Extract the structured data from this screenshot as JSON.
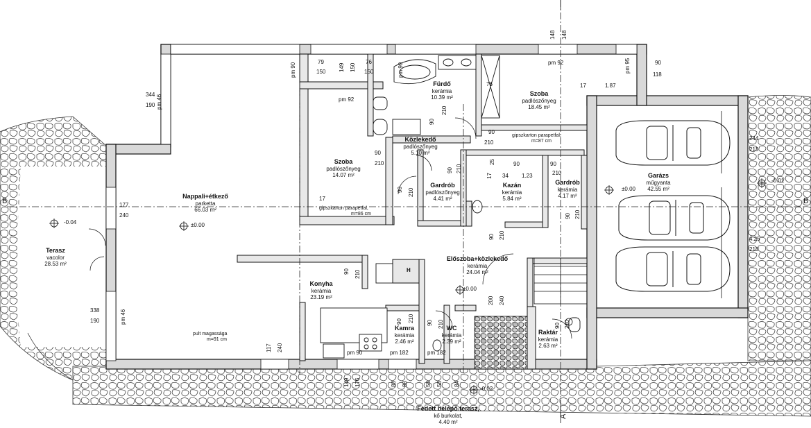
{
  "rooms": {
    "nappali": {
      "name": "Nappali+étkező",
      "floor": "parketta",
      "area": "66.03 m²"
    },
    "szoba1": {
      "name": "Szoba",
      "floor": "padlószőnyeg",
      "area": "14.07 m²"
    },
    "furdo": {
      "name": "Fürdő",
      "floor": "kerámia",
      "area": "10.39 m²"
    },
    "szoba2": {
      "name": "Szoba",
      "floor": "padlószőnyeg",
      "area": "18.45 m²"
    },
    "kozlekedo": {
      "name": "Közlekedő",
      "floor": "padlószőnyeg",
      "area": "5.10 m²"
    },
    "gardrob1": {
      "name": "Gardrób",
      "floor": "padlószőnyeg",
      "area": "4.41 m²"
    },
    "kazan": {
      "name": "Kazán",
      "floor": "kerámia",
      "area": "5.84 m²"
    },
    "gardrob2": {
      "name": "Gardrób",
      "floor": "kerámia",
      "area": "4.17 m²"
    },
    "garazs": {
      "name": "Garázs",
      "floor": "műgyanta",
      "area": "42.55 m²"
    },
    "eloszoba": {
      "name": "Előszoba+közlekedő",
      "floor": "kerámia",
      "area": "24.04 m²"
    },
    "konyha": {
      "name": "Konyha",
      "floor": "kerámia",
      "area": "23.19 m²"
    },
    "kamra": {
      "name": "Kamra",
      "floor": "kerámia",
      "area": "2.46 m²"
    },
    "wc": {
      "name": "WC",
      "floor": "kerámia",
      "area": "2.39 m²"
    },
    "raktar": {
      "name": "Raktár",
      "floor": "kerámia",
      "area": "2.63 m²"
    },
    "terasz": {
      "name": "Terasz",
      "floor": "vacolor",
      "area": "28.53 m²"
    },
    "fedett": {
      "name": "Fedett belépő terasz,",
      "floor": "kő burkolat,",
      "area": "4.40 m²"
    }
  },
  "levels": {
    "main": "±0.00",
    "garage": "±0.00",
    "hall": "±0.00",
    "terrace": "-0.04",
    "entry": "-0.02",
    "right": "-0.01"
  },
  "notes": {
    "gipsz1": "gipszkarton parapetfal,",
    "gipsz1b": "m=87 cm",
    "gipsz2": "gipszkarton parapetfal,",
    "gipsz2b": "m=86 cm",
    "pult": "pult magassága",
    "pultb": "m=91 cm",
    "h": "H"
  },
  "section_marks": {
    "b_left": "B",
    "b_right": "B",
    "a_bottom": "A"
  },
  "dims": {
    "d344": "344",
    "d190a": "190",
    "pm46a": "pm 46",
    "d79": "79",
    "d150a": "150",
    "d149": "149",
    "d150b": "150",
    "d76": "76",
    "d150c": "150",
    "pm90a": "pm 90",
    "pm90b": "pm 90",
    "d148a": "148",
    "d148b": "148",
    "pm92a": "pm 92",
    "pm92b": "pm 92",
    "pm95": "pm 95",
    "d90a": "90",
    "d118": "118",
    "d17a": "17",
    "d187": "1.87",
    "d76b": "76",
    "d210a": "210",
    "d90b": "90",
    "d210b": "210",
    "d90c": "90",
    "d90d": "90",
    "d210c": "210",
    "d90e": "90",
    "d210d": "210",
    "d90f": "90",
    "d25": "25",
    "d17b": "17",
    "d34": "34",
    "d123": "1.23",
    "d90g": "90",
    "d210e": "210",
    "d90h": "90",
    "d210f": "210",
    "d90i": "90",
    "d210g": "210",
    "d244": "244",
    "d213a": "213",
    "d425": "4.25",
    "d213b": "213",
    "d17c": "17",
    "d177": "177",
    "d240a": "240",
    "d90j": "90",
    "d210h": "210",
    "d90k": "90",
    "d210i": "210",
    "d200": "200",
    "d240b": "240",
    "d90l": "90",
    "d210j": "210",
    "d90m": "90",
    "d210k": "210",
    "d90n": "90",
    "d210l": "210",
    "d338": "338",
    "d190b": "190",
    "pm46b": "pm 46",
    "d117": "117",
    "d240c": "240",
    "pm90c": "pm 90",
    "pm182a": "pm 182",
    "pm182b": "pm 182",
    "d149b": "149",
    "d176": "176",
    "d88a": "88",
    "d88b": "88",
    "d58a": "58",
    "d58b": "58",
    "d84": "84"
  }
}
